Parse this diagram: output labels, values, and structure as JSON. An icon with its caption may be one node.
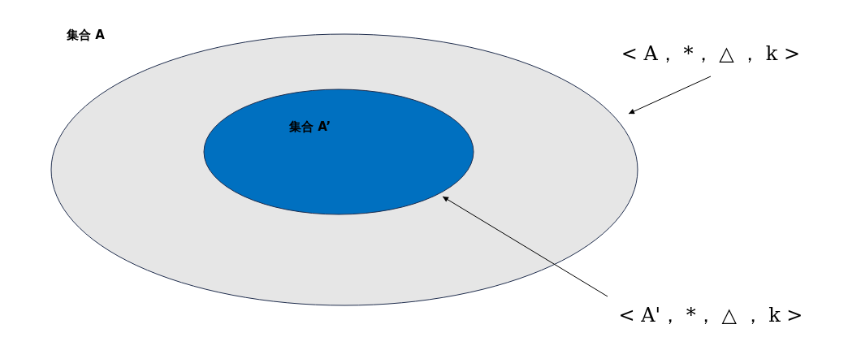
{
  "diagram": {
    "nodes": [
      {
        "text": [
          "集合 A"
        ]
      },
      {
        "text": [
          "集合 A’"
        ],
        "in": 0
      },
      {
        "text": [
          "< A， *，  △ ，  k >"
        ]
      },
      {
        "text": [
          "< A'， *，  △ ，  k >"
        ]
      }
    ],
    "edges": [
      {
        "from": 2,
        "to": 0,
        "arrow": "to"
      },
      {
        "from": 3,
        "to": 1,
        "arrow": "to"
      }
    ]
  }
}
